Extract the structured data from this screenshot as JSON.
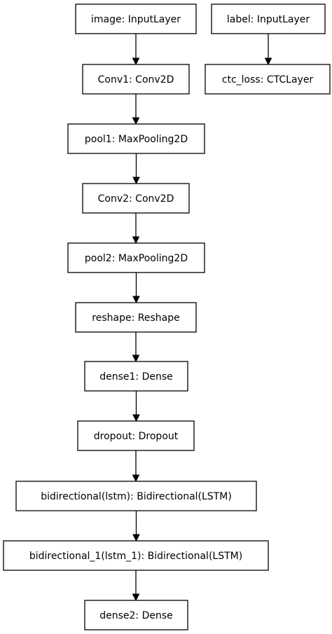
{
  "nodes": [
    {
      "id": "image",
      "label": "image: InputLayer"
    },
    {
      "id": "label",
      "label": "label: InputLayer"
    },
    {
      "id": "conv1",
      "label": "Conv1: Conv2D"
    },
    {
      "id": "ctc_loss",
      "label": "ctc_loss: CTCLayer"
    },
    {
      "id": "pool1",
      "label": "pool1: MaxPooling2D"
    },
    {
      "id": "conv2",
      "label": "Conv2: Conv2D"
    },
    {
      "id": "pool2",
      "label": "pool2: MaxPooling2D"
    },
    {
      "id": "reshape",
      "label": "reshape: Reshape"
    },
    {
      "id": "dense1",
      "label": "dense1: Dense"
    },
    {
      "id": "dropout",
      "label": "dropout: Dropout"
    },
    {
      "id": "bidirectional",
      "label": "bidirectional(lstm): Bidirectional(LSTM)"
    },
    {
      "id": "bidirectional_1",
      "label": "bidirectional_1(lstm_1): Bidirectional(LSTM)"
    },
    {
      "id": "dense2",
      "label": "dense2: Dense"
    }
  ],
  "edges": [
    {
      "from": "image",
      "to": "conv1"
    },
    {
      "from": "label",
      "to": "ctc_loss"
    },
    {
      "from": "conv1",
      "to": "pool1"
    },
    {
      "from": "pool1",
      "to": "conv2"
    },
    {
      "from": "conv2",
      "to": "pool2"
    },
    {
      "from": "pool2",
      "to": "reshape"
    },
    {
      "from": "reshape",
      "to": "dense1"
    },
    {
      "from": "dense1",
      "to": "dropout"
    },
    {
      "from": "dropout",
      "to": "bidirectional"
    },
    {
      "from": "bidirectional",
      "to": "bidirectional_1"
    },
    {
      "from": "bidirectional_1",
      "to": "dense2"
    }
  ]
}
